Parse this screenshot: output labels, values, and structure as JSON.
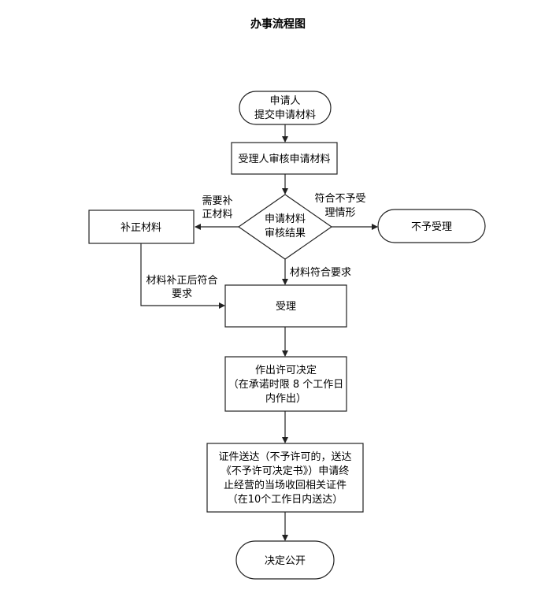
{
  "title": "办事流程图",
  "nodes": {
    "applicant_line1": "申请人",
    "applicant_line2": "提交申请材料",
    "review_materials": "受理人审核申请材料",
    "decision_line1": "申请材料",
    "decision_line2": "审核结果",
    "supplement": "补正材料",
    "reject": "不予受理",
    "accept": "受理",
    "permit_line1": "作出许可决定",
    "permit_line2": "（在承诺时限 8 个工作日",
    "permit_line3": "内作出）",
    "deliver_line1": "证件送达（不予许可的，送达",
    "deliver_line2": "《不予许可决定书》）申请终",
    "deliver_line3": "止经营的当场收回相关证件",
    "deliver_line4": "（在10个工作日内送达）",
    "publish": "决定公开"
  },
  "edges": {
    "need_supplement_line1": "需要补",
    "need_supplement_line2": "正材料",
    "reject_cond_line1": "符合不予受",
    "reject_cond_line2": "理情形",
    "meets_requirements": "材料符合要求",
    "after_supplement_line1": "材料补正后符合",
    "after_supplement_line2": "要求"
  }
}
